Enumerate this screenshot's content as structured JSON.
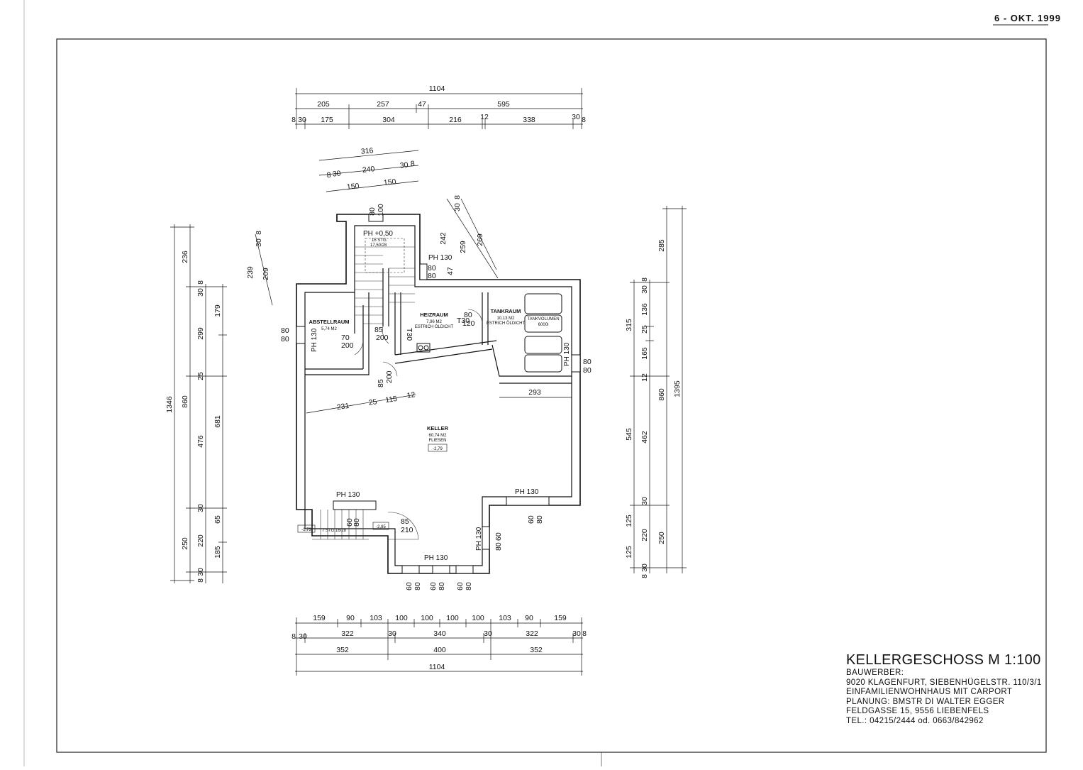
{
  "stamp_date": "6 - OKT. 1999",
  "title_block": {
    "title": "KELLERGESCHOSS  M  1:100",
    "line1": "BAUWERBER:",
    "line2": "9020 KLAGENFURT, SIEBENHÜGELSTR. 110/3/1",
    "line3": "EINFAMILIENWOHNHAUS MIT CARPORT",
    "line4": "PLANUNG: BMSTR DI WALTER EGGER",
    "line5": "FELDGASSE 15, 9556 LIEBENFELS",
    "line6": "TEL.: 04215/2444 od. 0663/842962"
  },
  "rooms": {
    "abstellraum": {
      "name": "ABSTELLRAUM",
      "area": "5,74 M2"
    },
    "heizraum": {
      "name": "HEIZRAUM",
      "area": "7,96 M2",
      "floor": "ESTRICH ÖLDICHT"
    },
    "tankraum": {
      "name": "TANKRAUM",
      "area": "10,13 M2",
      "floor": "ESTRICH ÖLDICHT",
      "tank": "TANKVOLUMEN",
      "tank2": "6000l"
    },
    "keller": {
      "name": "KELLER",
      "area": "60,74 M2",
      "floor": "FLIESEN",
      "level": "-2,79"
    }
  },
  "stair": {
    "ph": "PH +0,50",
    "stg": "16 STG.",
    "ratio": "17,50/28",
    "stg2": "7 STG.16/28"
  },
  "levels": {
    "l1": "-1,73",
    "l2": "-2,85"
  },
  "labels": {
    "ph130": "PH 130",
    "t30": "T30",
    "d80": "80",
    "d120": "120",
    "d200": "200",
    "d70": "70",
    "d85": "85",
    "d210": "210",
    "d60": "60"
  },
  "dims_top": {
    "row1": [
      "1104"
    ],
    "row2": [
      "205",
      "257",
      "47",
      "595"
    ],
    "row3": [
      "8",
      "30",
      "175",
      "304",
      "216",
      "12",
      "338",
      "30",
      "8"
    ]
  },
  "dims_stair_top": {
    "row1": [
      "316"
    ],
    "row2": [
      "8",
      "30",
      "240",
      "30",
      "8"
    ],
    "row3": [
      "150",
      "150"
    ],
    "win": [
      "80",
      "100"
    ]
  },
  "dims_bottom": {
    "row1": [
      "159",
      "90",
      "103",
      "100",
      "100",
      "100",
      "100",
      "103",
      "90",
      "159"
    ],
    "row2": [
      "8",
      "30",
      "322",
      "30",
      "340",
      "30",
      "322",
      "30",
      "8"
    ],
    "row3": [
      "352",
      "400",
      "352"
    ],
    "row4": [
      "1104"
    ]
  },
  "dims_left": {
    "c1": [
      "1346"
    ],
    "c2": [
      "236",
      "860",
      "250"
    ],
    "c3": [
      "30",
      "8",
      "299",
      "25",
      "476",
      "30",
      "220",
      "8",
      "30"
    ],
    "c4": [
      "179",
      "681",
      "65",
      "185"
    ],
    "stair": [
      "239",
      "209",
      "30",
      "8"
    ]
  },
  "dims_right": {
    "c1": [
      "315",
      "545",
      "125",
      "125"
    ],
    "c2": [
      "30",
      "8",
      "136",
      "25",
      "165",
      "12",
      "462",
      "30",
      "220",
      "8",
      "30"
    ],
    "c3": [
      "285",
      "860",
      "250"
    ],
    "c4": [
      "1395"
    ],
    "stair": [
      "242",
      "259",
      "269",
      "30",
      "8",
      "47"
    ]
  },
  "dims_interior": {
    "row": [
      "231",
      "25",
      "115",
      "12"
    ],
    "r2": [
      "293"
    ]
  }
}
